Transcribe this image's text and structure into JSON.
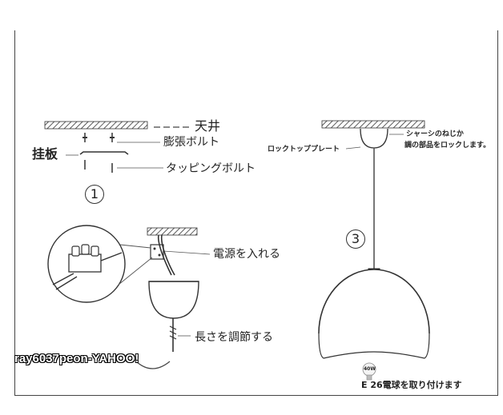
{
  "labels": {
    "ceiling": "天井",
    "expansion_bolt": "膨張ボルト",
    "mounting_plate": "挂板",
    "tapping_bolt": "タッピングボルト",
    "step1": "1",
    "power": "電源を入れる",
    "adjust_length": "長さを調節する",
    "step3": "3",
    "chassis_screw_1": "シャーシのねじか",
    "chassis_screw_2": "調の部品をロックします。",
    "lock_top_plate": "ロックトッププレート",
    "bulb_note": "E 26電球を取り付けます",
    "bulb_watt": "40W"
  },
  "watermark": "ray6037peon-YAHOO!"
}
